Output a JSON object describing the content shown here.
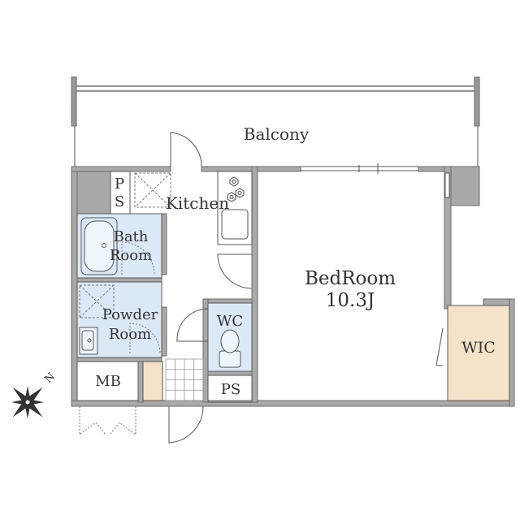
{
  "rooms": {
    "balcony": "Balcony",
    "ps_top_line1": "P",
    "ps_top_line2": "S",
    "kitchen": "Kitchen",
    "bath_line1": "Bath",
    "bath_line2": "Room",
    "powder_line1": "Powder",
    "powder_line2": "Room",
    "wc": "WC",
    "ps_bottom": "PS",
    "mb": "MB",
    "bedroom_name": "BedRoom",
    "bedroom_size": "10.3J",
    "wic": "WIC"
  },
  "compass": {
    "north": "N"
  },
  "colors": {
    "wall": "#a9a9a9",
    "wet_area": "#dbe9f6",
    "storage": "#f5e3c9",
    "line": "#555555"
  }
}
